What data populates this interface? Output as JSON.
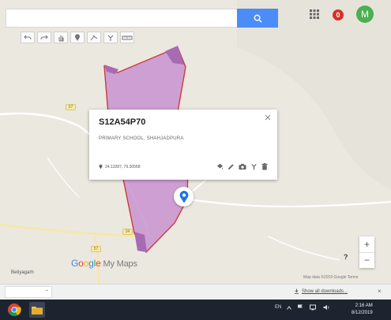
{
  "search": {
    "value": "",
    "placeholder": ""
  },
  "toolbar": {
    "tools": [
      "undo-icon",
      "redo-icon",
      "hand-icon",
      "add-marker-icon",
      "draw-line-icon",
      "directions-icon",
      "ruler-icon"
    ]
  },
  "account": {
    "notification_count": "0",
    "avatar_initial": "M"
  },
  "info_card": {
    "title": "S12A54P70",
    "description": "PRIMARY SCHOOL, SHAHJADPURA",
    "coordinates": "24.13287, 79.30568",
    "actions": [
      "paint-style-icon",
      "edit-icon",
      "camera-icon",
      "directions-icon",
      "delete-icon"
    ]
  },
  "map": {
    "route_badges": [
      "57",
      "34",
      "57"
    ],
    "place_label": "Betiyagarh",
    "logo_g1": "G",
    "logo_o1": "o",
    "logo_o2": "o",
    "logo_g2": "g",
    "logo_l": "l",
    "logo_e": "e",
    "logo_suffix": "My Maps",
    "attribution": "Map data ©2019 Google   Terms",
    "help_label": "?",
    "zoom_in": "+",
    "zoom_out": "−",
    "polygon_fill": "#c992d0",
    "polygon_stroke": "#cc3b3b"
  },
  "downloads": {
    "show_all": "Show all downloads...",
    "close": "×",
    "item_arrow": "⌃"
  },
  "taskbar": {
    "language": "EN",
    "time": "2:16 AM",
    "date": "8/12/2019"
  }
}
